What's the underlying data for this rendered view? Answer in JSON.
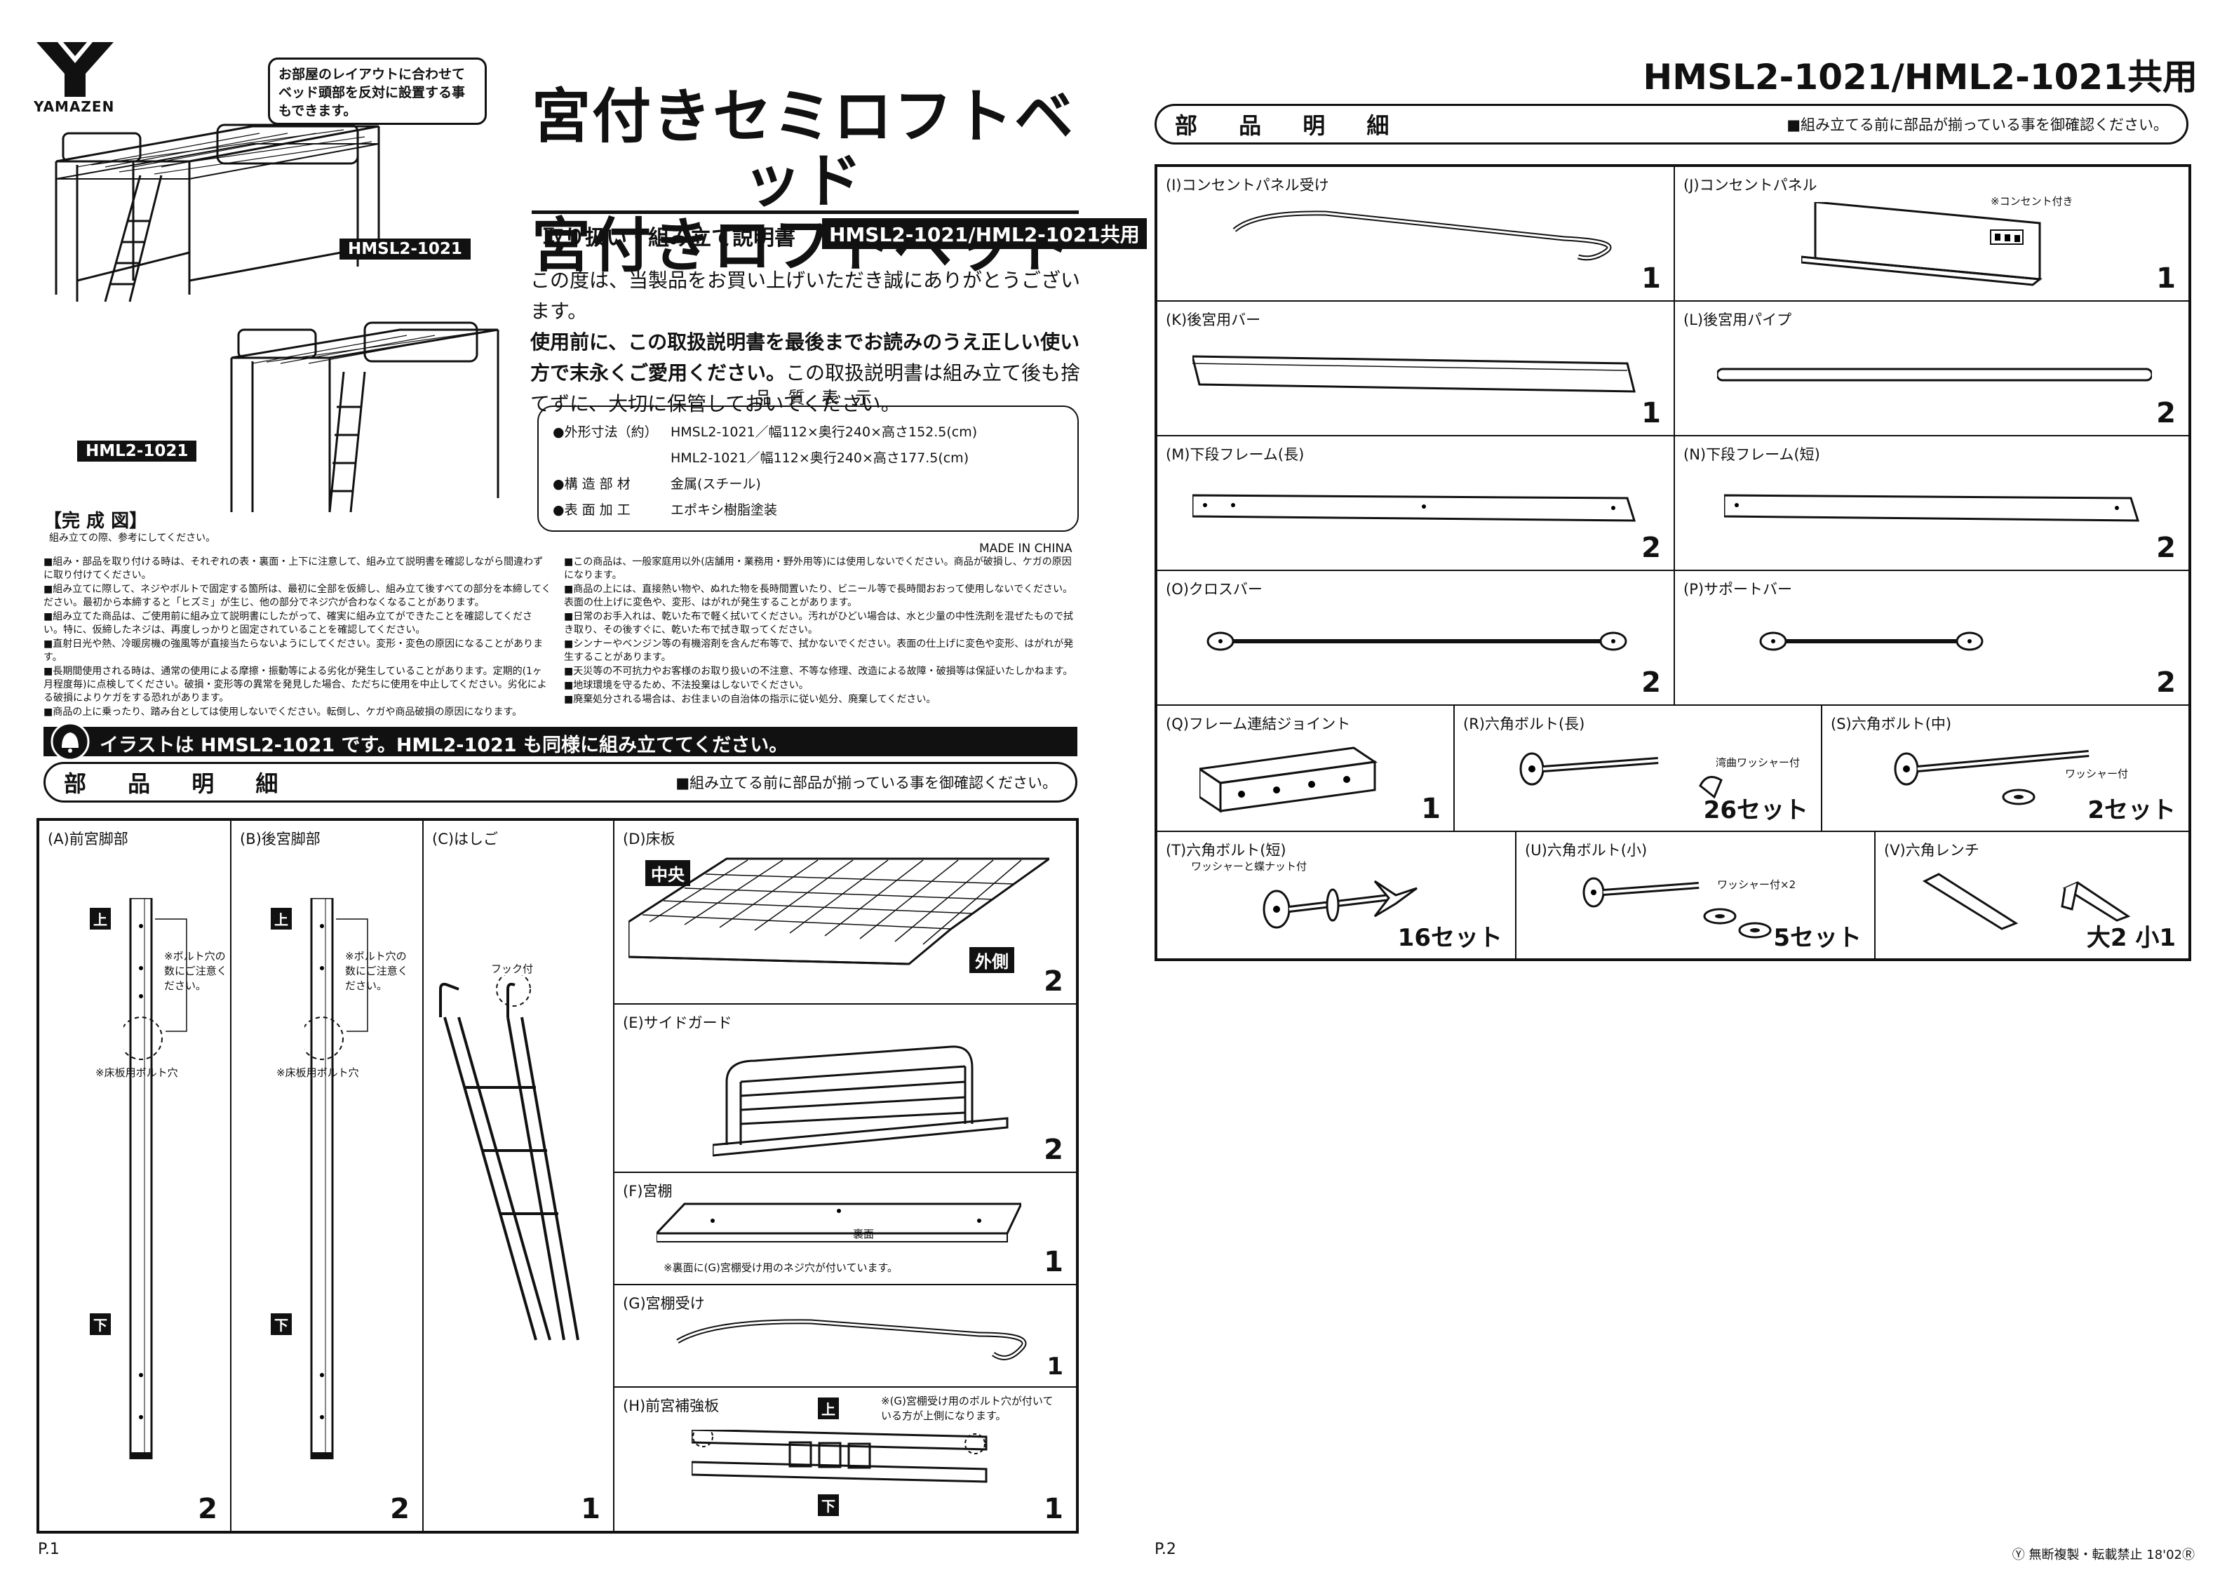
{
  "brand": {
    "name": "YAMAZEN"
  },
  "note_bubble": "お部屋のレイアウトに合わせてベッド頭部を反対に設置する事もできます。",
  "title": {
    "line1": "宮付きセミロフトベッド",
    "line2": "宮付きロフトベッド"
  },
  "subtitle": {
    "text": "取り扱い・組み立て説明書",
    "models": "HMSL2-1021/HML2-1021共用"
  },
  "intro": {
    "p1": "この度は、当製品をお買い上げいただき誠にありがとうございます。",
    "p2": "使用前に、この取扱説明書を最後までお読みのうえ正しい使い方で末永くご愛用ください。",
    "p3": "この取扱説明書は組み立て後も捨てずに、大切に保管しておいてください。"
  },
  "quality": {
    "heading": "品 質 表 示",
    "size_key": "●外形寸法（約）",
    "size1": "HMSL2-1021／幅112×奥行240×高さ152.5(cm)",
    "size2": "HML2-1021／幅112×奥行240×高さ177.5(cm)",
    "material_key": "●構 造 部 材",
    "material": "金属(スチール)",
    "finish_key": "●表 面 加 工",
    "finish": "エポキシ樹脂塗装"
  },
  "made_in": "MADE IN CHINA",
  "product_images": {
    "model1": "HMSL2-1021",
    "model2": "HML2-1021"
  },
  "complete": {
    "heading": "【完 成 図】",
    "note": "組み立ての際、参考にしてください。"
  },
  "notes_left": [
    "■組み・部品を取り付ける時は、それぞれの表・裏面・上下に注意して、組み立て説明書を確認しながら間違わずに取り付けてください。",
    "■組み立てに際して、ネジやボルトで固定する箇所は、最初に全部を仮締し、組み立て後すべての部分を本締してください。最初から本締すると「ヒズミ」が生じ、他の部分でネジ穴が合わなくなることがあります。",
    "■組み立てた商品は、ご使用前に組み立て説明書にしたがって、確実に組み立てができたことを確認してください。特に、仮締したネジは、再度しっかりと固定されていることを確認してください。",
    "■直射日光や熱、冷暖房機の強風等が直接当たらないようにしてください。変形・変色の原因になることがあります。",
    "■長期間使用される時は、通常の使用による摩擦・振動等による劣化が発生していることがあります。定期的(1ヶ月程度毎)に点検してください。破損・変形等の異常を発見した場合、ただちに使用を中止してください。劣化による破損によりケガをする恐れがあります。",
    "■商品の上に乗ったり、踏み台としては使用しないでください。転倒し、ケガや商品破損の原因になります。"
  ],
  "notes_right": [
    "■この商品は、一般家庭用以外(店舗用・業務用・野外用等)には使用しないでください。商品が破損し、ケガの原因になります。",
    "■商品の上には、直接熱い物や、ぬれた物を長時間置いたり、ビニール等で長時間おおって使用しないでください。表面の仕上げに変色や、変形、はがれが発生することがあります。",
    "■日常のお手入れは、乾いた布で軽く拭いてください。汚れがひどい場合は、水と少量の中性洗剤を混ぜたもので拭き取り、その後すぐに、乾いた布で拭き取ってください。",
    "■シンナーやベンジン等の有機溶剤を含んだ布等で、拭かないでください。表面の仕上げに変色や変形、はがれが発生することがあります。",
    "■天災等の不可抗力やお客様のお取り扱いの不注意、不等な修理、改造による故障・破損等は保証いたしかねます。",
    "■地球環境を守るため、不法投棄はしないでください。",
    "■廃棄処分される場合は、お住まいの自治体の指示に従い処分、廃棄してください。"
  ],
  "banner": "イラストは HMSL2-1021 です。HML2-1021 も同様に組み立ててください。",
  "parts_section": {
    "heading": "部 品 明 細",
    "note": "■組み立てる前に部品が揃っている事を御確認ください。"
  },
  "parts_left": {
    "A": {
      "label": "(A)前宮脚部",
      "count": "2"
    },
    "B": {
      "label": "(B)後宮脚部",
      "count": "2"
    },
    "C": {
      "label": "(C)はしご",
      "count": "1",
      "hook": "フック付"
    },
    "D": {
      "label": "(D)床板",
      "count": "2",
      "center": "中央",
      "outer": "外側"
    },
    "E": {
      "label": "(E)サイドガード",
      "count": "2"
    },
    "F": {
      "label": "(F)宮棚",
      "count": "1",
      "back": "裏面",
      "note": "※裏面に(G)宮棚受け用のネジ穴が付いています。"
    },
    "G": {
      "label": "(G)宮棚受け",
      "count": "1"
    },
    "H": {
      "label": "(H)前宮補強板",
      "count": "1",
      "note": "※(G)宮棚受け用のボルト穴が付いている方が上側になります。"
    },
    "top": "上",
    "bottom": "下",
    "bolt_note": "※ボルト穴の数にご注意ください。",
    "floor_bolt": "※床板用ボルト穴"
  },
  "page1": "P.1",
  "page2": "P.2",
  "right_model": "HMSL2-1021/HML2-1021共用",
  "parts_right": {
    "I": {
      "label": "(I)コンセントパネル受け",
      "count": "1"
    },
    "J": {
      "label": "(J)コンセントパネル",
      "count": "1",
      "note": "※コンセント付き"
    },
    "K": {
      "label": "(K)後宮用バー",
      "count": "1"
    },
    "L": {
      "label": "(L)後宮用パイプ",
      "count": "2"
    },
    "M": {
      "label": "(M)下段フレーム(長)",
      "count": "2"
    },
    "N": {
      "label": "(N)下段フレーム(短)",
      "count": "2"
    },
    "O": {
      "label": "(O)クロスバー",
      "count": "2"
    },
    "P": {
      "label": "(P)サポートバー",
      "count": "2"
    },
    "Q": {
      "label": "(Q)フレーム連結ジョイント",
      "count": "1"
    },
    "R": {
      "label": "(R)六角ボルト(長)",
      "count": "26セット",
      "note": "湾曲ワッシャー付"
    },
    "S": {
      "label": "(S)六角ボルト(中)",
      "count": "2セット",
      "note": "ワッシャー付"
    },
    "T": {
      "label": "(T)六角ボルト(短)",
      "count": "16セット",
      "note": "ワッシャーと蝶ナット付"
    },
    "U": {
      "label": "(U)六角ボルト(小)",
      "count": "5セット",
      "note": "ワッシャー付×2"
    },
    "V": {
      "label": "(V)六角レンチ",
      "count": "大2 小1"
    }
  },
  "footer": "Ⓨ 無断複製・転載禁止 18'02Ⓡ"
}
